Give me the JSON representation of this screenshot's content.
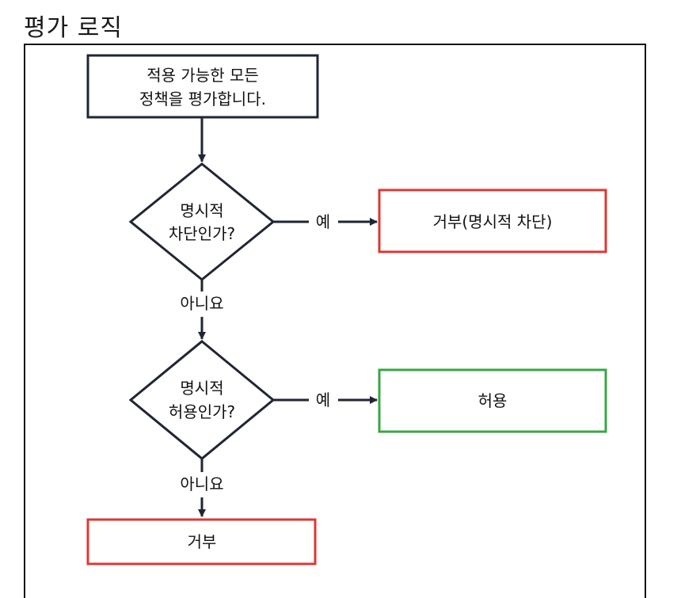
{
  "title": "평가 로직",
  "nodes": {
    "start": {
      "line1": "적용 가능한 모든",
      "line2": "정책을 평가합니다."
    },
    "decision_deny": {
      "line1": "명시적",
      "line2": "차단인가?"
    },
    "result_deny_explicit": {
      "label": "거부(명시적 차단)"
    },
    "decision_allow": {
      "line1": "명시적",
      "line2": "허용인가?"
    },
    "result_allow": {
      "label": "허용"
    },
    "result_deny_default": {
      "label": "거부"
    }
  },
  "edges": {
    "yes_label": "예",
    "no_label": "아니요"
  },
  "colors": {
    "stroke": "#1f2633",
    "deny": "#d83a34",
    "allow": "#3aa545"
  }
}
